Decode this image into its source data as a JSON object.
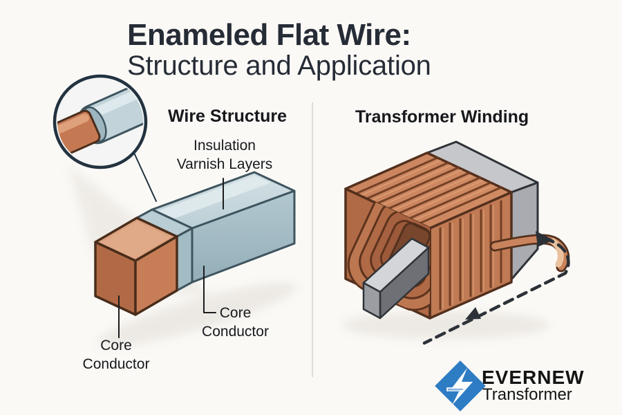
{
  "title": {
    "line1": "Enameled Flat Wire:",
    "line2": "Structure and Application"
  },
  "left_panel": {
    "heading": "Wire Structure",
    "labels": {
      "insulation": "Insulation Varnish Layers",
      "core_conductor_bottom": "Core Conductor",
      "core_conductor_right": "Core Conductor"
    }
  },
  "right_panel": {
    "heading": "Transformer Winding"
  },
  "logo": {
    "brand": "EVERNEW",
    "subtitle": "Transformer",
    "icon": "lightning-bolt-icon"
  },
  "colors": {
    "background": "#fbf9f6",
    "title_text": "#262c36",
    "label_text": "#17191d",
    "copper": "#c77e57",
    "copper_dark_outline": "#4a2d1a",
    "insulation_blue_gray": "#c6d6db",
    "core_gray": "#b9bbc0",
    "logo_blue": "#2e7cc4",
    "arrow_dark": "#2b3137",
    "divider": "#dcdbd8"
  }
}
